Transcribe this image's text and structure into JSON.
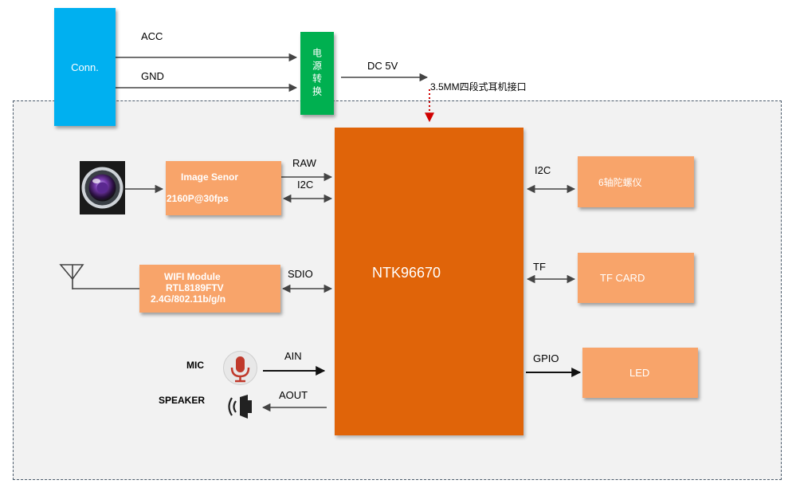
{
  "blocks": {
    "conn": "Conn.",
    "power": "电源转换",
    "soc": "NTK96670",
    "image_sensor": {
      "line1": "Image Senor",
      "line2": "2160P@30fps"
    },
    "wifi": {
      "line1": "WIFI Module",
      "line2": "RTL8189FTV",
      "line3": "2.4G/802.11b/g/n"
    },
    "gyro": "6轴陀螺仪",
    "tf": "TF CARD",
    "led": "LED"
  },
  "signals": {
    "acc": "ACC",
    "gnd": "GND",
    "dc": "DC 5V",
    "headphone": "3.5MM四段式耳机接口",
    "raw": "RAW",
    "i2c_left": "I2C",
    "sdio": "SDIO",
    "ain": "AIN",
    "aout": "AOUT",
    "i2c_right": "I2C",
    "tf": "TF",
    "gpio": "GPIO"
  },
  "labels": {
    "mic": "MIC",
    "speaker": "SPEAKER"
  },
  "colors": {
    "conn": "#00b0f0",
    "power": "#00b050",
    "soc": "#e06409",
    "peripheral": "#f8a46a",
    "board": "#f2f2f2",
    "headphone_arrow": "#d00000"
  },
  "icons": [
    "camera-lens-icon",
    "antenna-icon",
    "microphone-icon",
    "speaker-icon"
  ]
}
